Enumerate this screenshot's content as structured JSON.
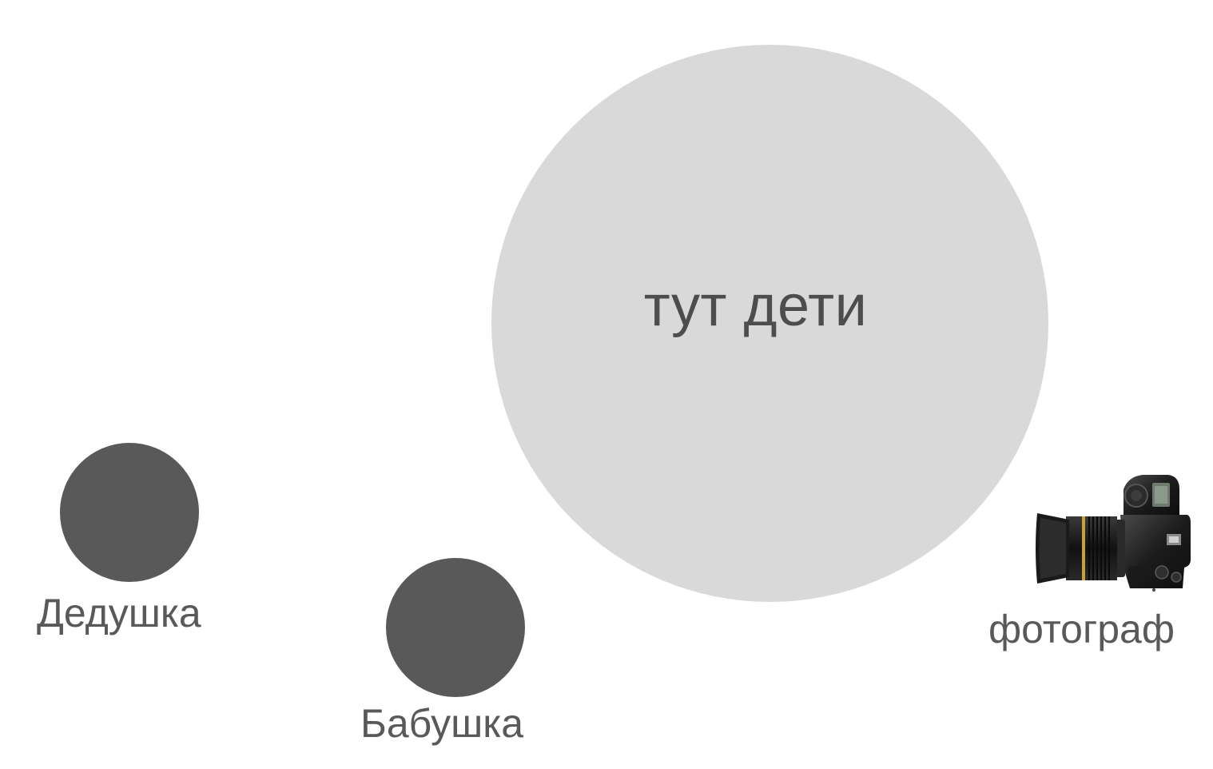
{
  "center": {
    "label": "тут дети"
  },
  "people": {
    "grandpa": "Дедушка",
    "grandma": "Бабушка",
    "photographer": "фотограф"
  },
  "colors": {
    "background": "#ffffff",
    "children_area": "#d9d9d9",
    "person_dot": "#595959",
    "text": "#595959"
  },
  "icons": {
    "camera": "dslr-camera-icon"
  }
}
